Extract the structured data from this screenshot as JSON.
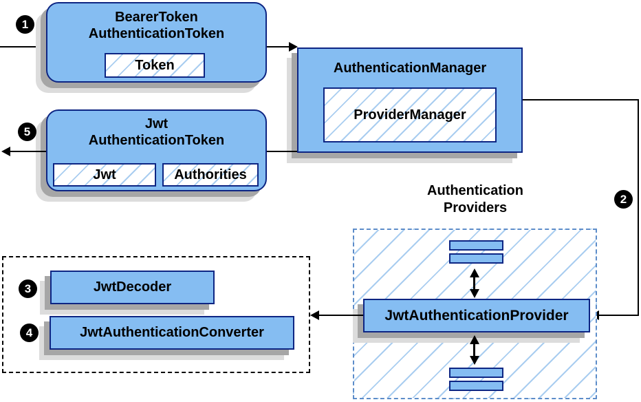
{
  "badges": {
    "step1": "1",
    "step2": "2",
    "step3": "3",
    "step4": "4",
    "step5": "5"
  },
  "nodes": {
    "bearer_token": {
      "line1": "BearerToken",
      "line2": "AuthenticationToken",
      "token_field": "Token"
    },
    "authentication_manager": {
      "title": "AuthenticationManager",
      "provider_manager_field": "ProviderManager"
    },
    "jwt_authentication_token": {
      "line1": "Jwt",
      "line2": "AuthenticationToken",
      "jwt_field": "Jwt",
      "authorities_field": "Authorities"
    },
    "authentication_providers": {
      "line1": "Authentication",
      "line2": "Providers"
    },
    "jwt_authentication_provider": {
      "title": "JwtAuthenticationProvider"
    },
    "jwt_decoder": {
      "title": "JwtDecoder"
    },
    "jwt_authentication_converter": {
      "title": "JwtAuthenticationConverter"
    }
  },
  "colors": {
    "node_fill": "#85BDF2",
    "node_border": "#0D2583",
    "hatch_line": "#A9CDF0",
    "blue_group_border": "#5C8CC9",
    "black_group_border": "#000000",
    "arrow": "#000000",
    "shadow_dark": "#A6A6A6",
    "shadow_light": "#DCDCDC",
    "badge_background": "#000000",
    "badge_text": "#FFFFFF",
    "background": "#FFFFFF"
  }
}
